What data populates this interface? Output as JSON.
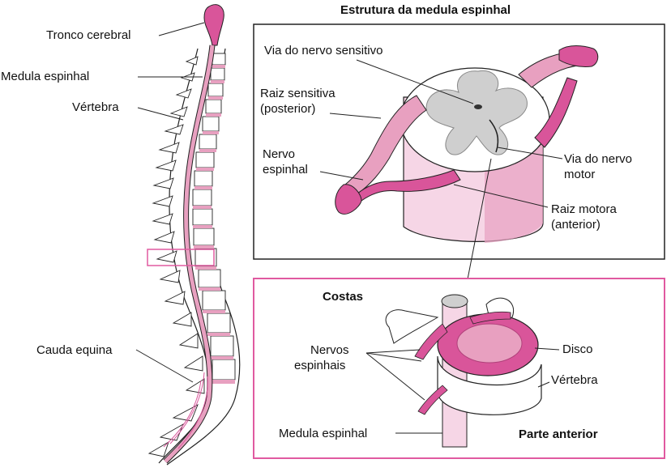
{
  "title": "Estrutura da medula espinhal",
  "spine_labels": {
    "brainstem": "Tronco cerebral",
    "spinal_cord": "Medula espinhal",
    "vertebra": "Vértebra",
    "cauda_equina": "Cauda equina"
  },
  "cross_section_labels": {
    "sensory_pathway": "Via do nervo sensitivo",
    "sensory_root_line1": "Raiz sensitiva",
    "sensory_root_line2": "(posterior)",
    "spinal_nerve_line1": "Nervo",
    "spinal_nerve_line2": "espinhal",
    "motor_pathway_line1": "Via do nervo",
    "motor_pathway_line2": "motor",
    "motor_root_line1": "Raiz motora",
    "motor_root_line2": "(anterior)"
  },
  "vertebra_detail_labels": {
    "back": "Costas",
    "spinal_nerves_line1": "Nervos",
    "spinal_nerves_line2": "espinhais",
    "disc": "Disco",
    "vertebra": "Vértebra",
    "spinal_cord": "Medula espinhal",
    "front": "Parte anterior"
  },
  "colors": {
    "pink": "#e8a0c0",
    "pink_dark": "#d9559a",
    "pink_light": "#f6d6e6",
    "gray_matter": "#cfcfcf",
    "frame_pink": "#e05aa0",
    "outline": "#222222"
  }
}
